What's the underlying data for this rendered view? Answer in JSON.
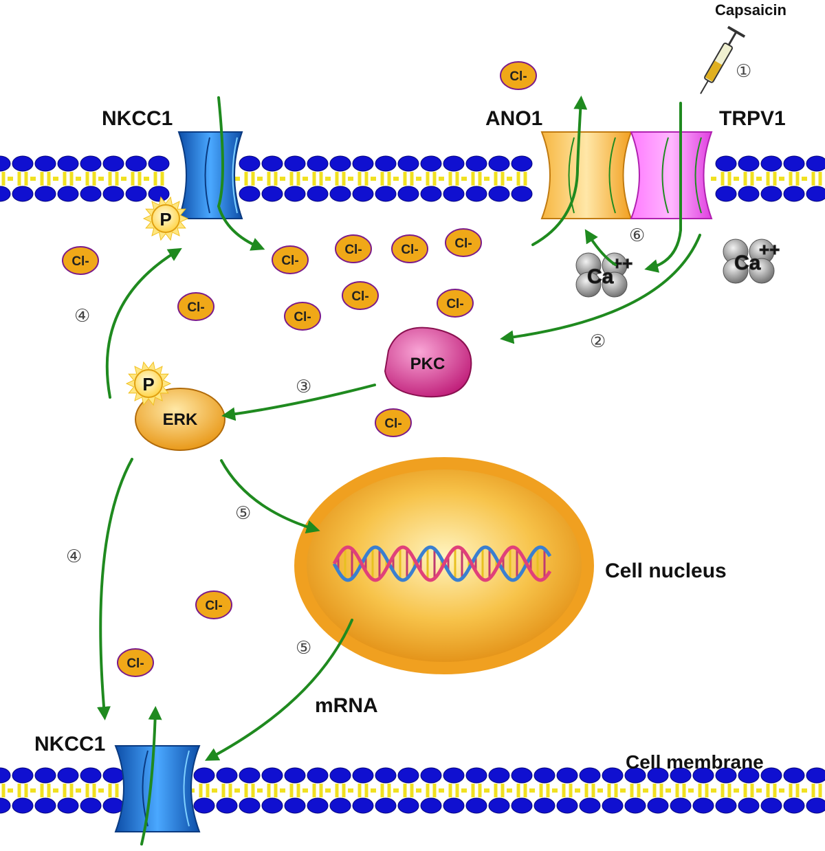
{
  "labels": {
    "capsaicin": "Capsaicin",
    "nkcc1_top": "NKCC1",
    "ano1": "ANO1",
    "trpv1": "TRPV1",
    "pkc": "PKC",
    "erk": "ERK",
    "p": "P",
    "cell_nucleus": "Cell  nucleus",
    "mrna": "mRNA",
    "nkcc1_bottom": "NKCC1",
    "cell_membrane": "Cell membrane",
    "chloride": "Cl-",
    "calcium": "Ca",
    "calcium_charge": "++"
  },
  "steps": {
    "s1": "①",
    "s2": "②",
    "s3": "③",
    "s4": "④",
    "s5": "⑤",
    "s6": "⑥"
  },
  "colors": {
    "arrow": "#1f8a1f",
    "membrane_head": "#1010d0",
    "membrane_tail": "#f0e020",
    "nkcc1": "#1a6fd8",
    "ano1": "#f5a623",
    "trpv1": "#e040e0",
    "pkc": "#d83a9a",
    "erk": "#f5a623",
    "nucleus": "#f2a020",
    "chloride_fill": "#f0a818",
    "chloride_stroke": "#7a1a8a",
    "calcium": "#8a8a8a"
  }
}
